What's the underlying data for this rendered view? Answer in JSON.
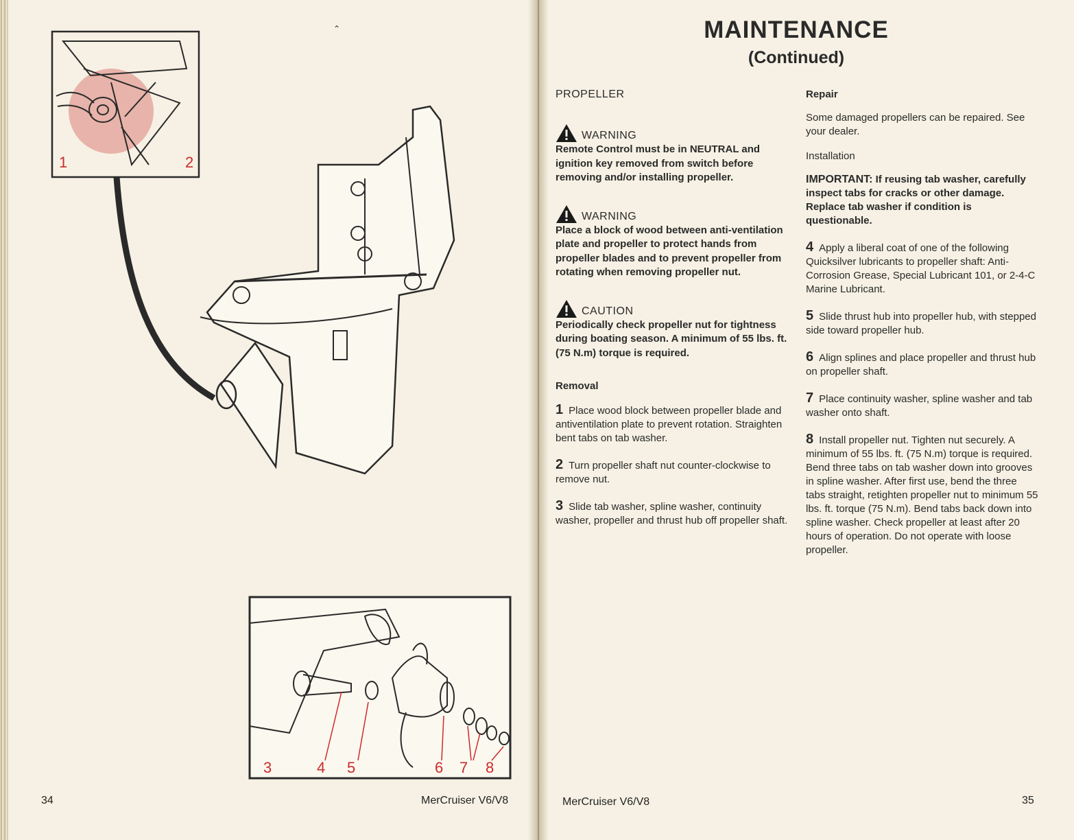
{
  "left_page": {
    "folio": "34",
    "footer": "MerCruiser V6/V8",
    "figure1": {
      "callouts": [
        "1",
        "2"
      ]
    },
    "figure2": {
      "callouts": [
        "3",
        "4",
        "5",
        "6",
        "7",
        "8"
      ]
    }
  },
  "right_page": {
    "folio": "35",
    "footer": "MerCruiser V6/V8",
    "title": "MAINTENANCE",
    "subtitle": "(Continued)",
    "section": "PROPELLER",
    "warnings": [
      {
        "label": "WARNING",
        "text": "Remote Control must be in NEUTRAL and ignition key removed from switch before removing and/or installing propeller."
      },
      {
        "label": "WARNING",
        "text": "Place a block of wood between anti-ventilation plate and propeller to protect hands from propeller blades and to prevent propeller from rotating when removing propeller nut."
      },
      {
        "label": "CAUTION",
        "text": "Periodically check propeller nut for tightness during boating season. A minimum of 55 lbs. ft. (75 N.m) torque is required."
      }
    ],
    "removal": {
      "heading": "Removal",
      "steps": [
        {
          "n": "1",
          "text": "Place wood block between propeller blade and antiventilation plate to prevent rotation. Straighten bent tabs on tab washer."
        },
        {
          "n": "2",
          "text": "Turn propeller shaft nut counter-clockwise to remove nut."
        },
        {
          "n": "3",
          "text": "Slide tab washer, spline washer, continuity washer, propeller and thrust hub off propeller shaft."
        }
      ]
    },
    "repair": {
      "heading": "Repair",
      "text": "Some damaged propellers can be repaired. See your dealer."
    },
    "installation": {
      "heading": "Installation",
      "important_label": "IMPORTANT:",
      "important_text": "If reusing tab washer, carefully inspect tabs for cracks or other damage. Replace tab washer if condition is questionable.",
      "steps": [
        {
          "n": "4",
          "text": "Apply a liberal coat of one of the following Quicksilver lubricants to propeller shaft: Anti-Corrosion Grease, Special Lubricant 101, or 2-4-C Marine Lubricant."
        },
        {
          "n": "5",
          "text": "Slide thrust hub into propeller hub, with stepped side toward propeller hub."
        },
        {
          "n": "6",
          "text": "Align splines and place propeller and thrust hub on propeller shaft."
        },
        {
          "n": "7",
          "text": "Place continuity washer, spline washer and tab washer onto shaft."
        },
        {
          "n": "8",
          "text": "Install propeller nut. Tighten nut securely. A minimum of 55 lbs. ft. (75 N.m) torque is required. Bend three tabs on tab washer down into grooves in spline washer. After first use, bend the three tabs straight, retighten propeller nut to minimum 55 lbs. ft. torque (75 N.m). Bend tabs back down into spline washer. Check propeller at least after 20 hours of operation. Do not operate with loose propeller."
        }
      ]
    }
  },
  "colors": {
    "paper": "#f6f1e4",
    "ink": "#2a2a2a",
    "callout": "#cc2a2a",
    "highlight": "#e8a9a0"
  }
}
